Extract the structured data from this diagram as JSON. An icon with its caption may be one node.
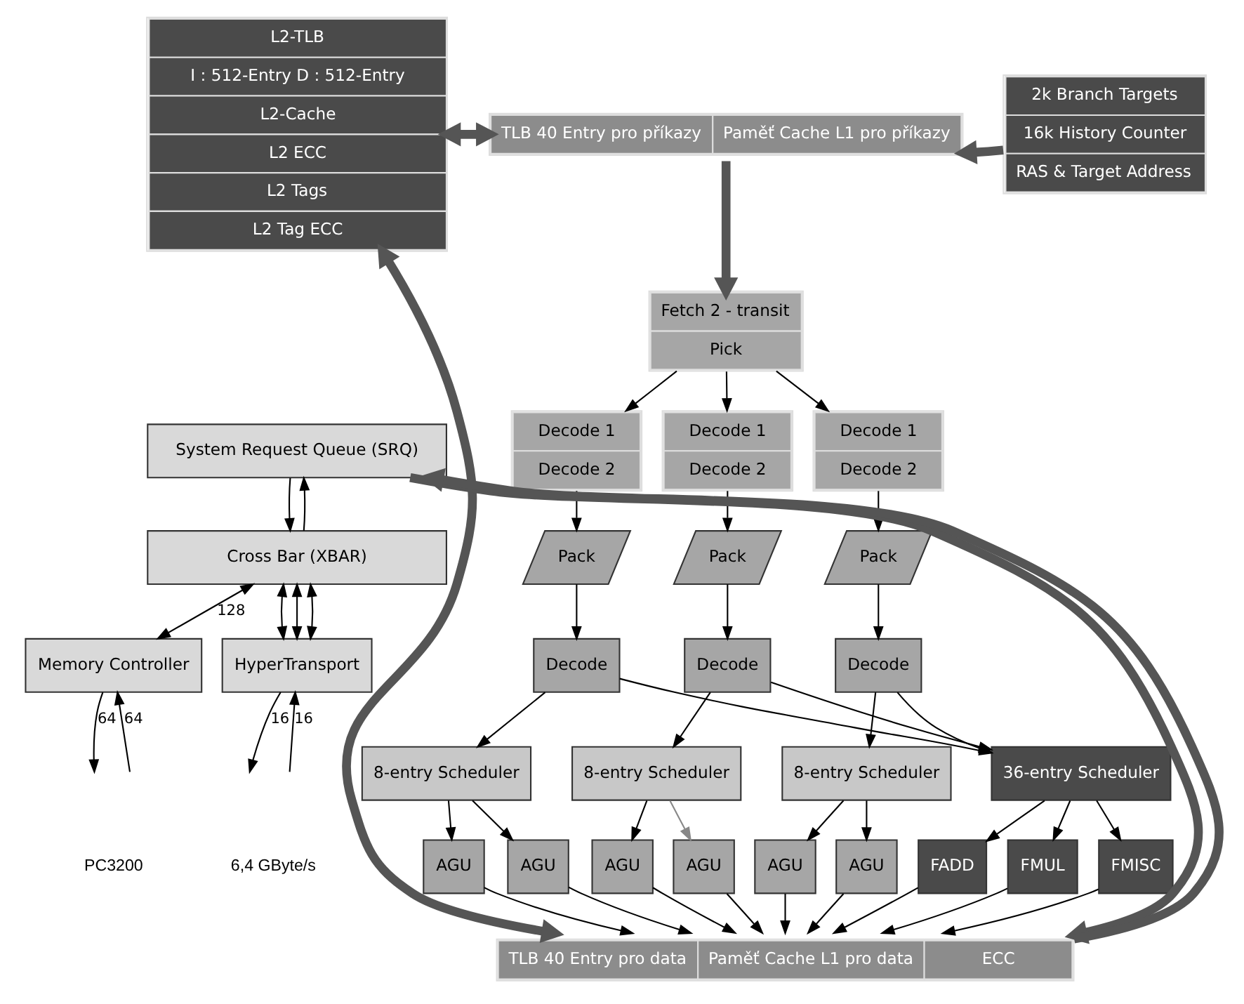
{
  "diagram": {
    "nodes": [
      {
        "text": [
          "L2-TLB",
          "I : 512-Entry D : 512-Entry",
          "L2-Cache",
          "L2 ECC",
          "L2 Tags",
          "L2 Tag ECC"
        ]
      },
      {
        "text": [
          "TLB 40 Entry pro příkazy",
          "Paměť Cache L1 pro příkazy"
        ]
      },
      {
        "text": [
          "2k Branch Targets",
          "16k History Counter",
          "RAS & Target Address"
        ]
      },
      {
        "text": [
          "Fetch 2 - transit",
          "Pick"
        ]
      },
      {
        "text": [
          "Decode 1",
          "Decode 2"
        ]
      },
      {
        "text": [
          "Decode 1",
          "Decode 2"
        ]
      },
      {
        "text": [
          "Decode 1",
          "Decode 2"
        ]
      },
      {
        "text": [
          "Pack"
        ]
      },
      {
        "text": [
          "Pack"
        ]
      },
      {
        "text": [
          "Pack"
        ]
      },
      {
        "text": [
          "Decode"
        ]
      },
      {
        "text": [
          "Decode"
        ]
      },
      {
        "text": [
          "Decode"
        ]
      },
      {
        "text": [
          "8-entry Scheduler"
        ]
      },
      {
        "text": [
          "8-entry Scheduler"
        ]
      },
      {
        "text": [
          "8-entry Scheduler"
        ]
      },
      {
        "text": [
          "36-entry Scheduler"
        ]
      },
      {
        "text": [
          "AGU"
        ]
      },
      {
        "text": [
          "AGU"
        ]
      },
      {
        "text": [
          "AGU"
        ]
      },
      {
        "text": [
          "AGU"
        ]
      },
      {
        "text": [
          "AGU"
        ]
      },
      {
        "text": [
          "AGU"
        ]
      },
      {
        "text": [
          "FADD"
        ]
      },
      {
        "text": [
          "FMUL"
        ]
      },
      {
        "text": [
          "FMISC"
        ]
      },
      {
        "text": [
          "System Request Queue (SRQ)"
        ]
      },
      {
        "text": [
          "Cross Bar (XBAR)"
        ]
      },
      {
        "text": [
          "Memory Controller"
        ]
      },
      {
        "text": [
          "HyperTransport"
        ]
      },
      {
        "text": [
          "TLB 40 Entry pro data",
          "Paměť Cache L1 pro data",
          "ECC"
        ]
      }
    ],
    "edges": [
      {
        "from": 0,
        "to": 1,
        "arrow": "both",
        "style": "thick",
        "color": "#555555"
      },
      {
        "from": 0,
        "to": 30,
        "arrow": "both",
        "style": "thick",
        "color": "#555555"
      },
      {
        "from": 26,
        "to": 30,
        "arrow": "to",
        "style": "thick",
        "color": "#555555"
      },
      {
        "from": 30,
        "to": 26,
        "arrow": "to",
        "style": "thick",
        "color": "#555555"
      },
      {
        "from": 2,
        "to": 1,
        "arrow": "to",
        "style": "thick",
        "color": "#555555"
      },
      {
        "from": 1,
        "to": 3,
        "arrow": "to",
        "style": "thick",
        "color": "#555555"
      },
      {
        "from": 3,
        "to": 4,
        "arrow": "to"
      },
      {
        "from": 3,
        "to": 5,
        "arrow": "to"
      },
      {
        "from": 3,
        "to": 6,
        "arrow": "to"
      },
      {
        "from": 4,
        "to": 7,
        "arrow": "to"
      },
      {
        "from": 5,
        "to": 8,
        "arrow": "to"
      },
      {
        "from": 6,
        "to": 9,
        "arrow": "to"
      },
      {
        "from": 7,
        "to": 10,
        "arrow": "to"
      },
      {
        "from": 8,
        "to": 11,
        "arrow": "to"
      },
      {
        "from": 9,
        "to": 12,
        "arrow": "to"
      },
      {
        "from": 10,
        "to": 13,
        "arrow": "to"
      },
      {
        "from": 11,
        "to": 14,
        "arrow": "to"
      },
      {
        "from": 12,
        "to": 15,
        "arrow": "to"
      },
      {
        "from": 10,
        "to": 16,
        "arrow": "to"
      },
      {
        "from": 11,
        "to": 16,
        "arrow": "to"
      },
      {
        "from": 12,
        "to": 16,
        "arrow": "to"
      },
      {
        "from": 13,
        "to": 17,
        "arrow": "to"
      },
      {
        "from": 13,
        "to": 18,
        "arrow": "to"
      },
      {
        "from": 14,
        "to": 19,
        "arrow": "to"
      },
      {
        "from": 14,
        "to": 20,
        "arrow": "to",
        "color": "#888888"
      },
      {
        "from": 15,
        "to": 21,
        "arrow": "to"
      },
      {
        "from": 15,
        "to": 22,
        "arrow": "to"
      },
      {
        "from": 16,
        "to": 23,
        "arrow": "to"
      },
      {
        "from": 16,
        "to": 24,
        "arrow": "to"
      },
      {
        "from": 16,
        "to": 25,
        "arrow": "to"
      },
      {
        "from": 17,
        "to": 30,
        "arrow": "to"
      },
      {
        "from": 18,
        "to": 30,
        "arrow": "to"
      },
      {
        "from": 19,
        "to": 30,
        "arrow": "to"
      },
      {
        "from": 20,
        "to": 30,
        "arrow": "to"
      },
      {
        "from": 21,
        "to": 30,
        "arrow": "to"
      },
      {
        "from": 22,
        "to": 30,
        "arrow": "to"
      },
      {
        "from": 23,
        "to": 30,
        "arrow": "to"
      },
      {
        "from": 24,
        "to": 30,
        "arrow": "to"
      },
      {
        "from": 25,
        "to": 30,
        "arrow": "to"
      },
      {
        "from": 26,
        "to": 27,
        "arrow": "to"
      },
      {
        "from": 27,
        "to": 26,
        "arrow": "to"
      },
      {
        "from": 27,
        "to": 28,
        "arrow": "both",
        "label": "128"
      },
      {
        "from": 27,
        "to": 29,
        "arrow": "both"
      },
      {
        "from": 27,
        "to": 29,
        "arrow": "both"
      },
      {
        "from": 27,
        "to": 29,
        "arrow": "both"
      },
      {
        "from": 28,
        "to": null,
        "arrow": "to",
        "label": "64"
      },
      {
        "from": null,
        "to": 28,
        "arrow": "to",
        "label": "64"
      },
      {
        "from": 29,
        "to": null,
        "arrow": "to",
        "label": "16"
      },
      {
        "from": null,
        "to": 29,
        "arrow": "to",
        "label": "16"
      }
    ],
    "labels": [
      "PC3200",
      "6,4 GByte/s"
    ]
  }
}
